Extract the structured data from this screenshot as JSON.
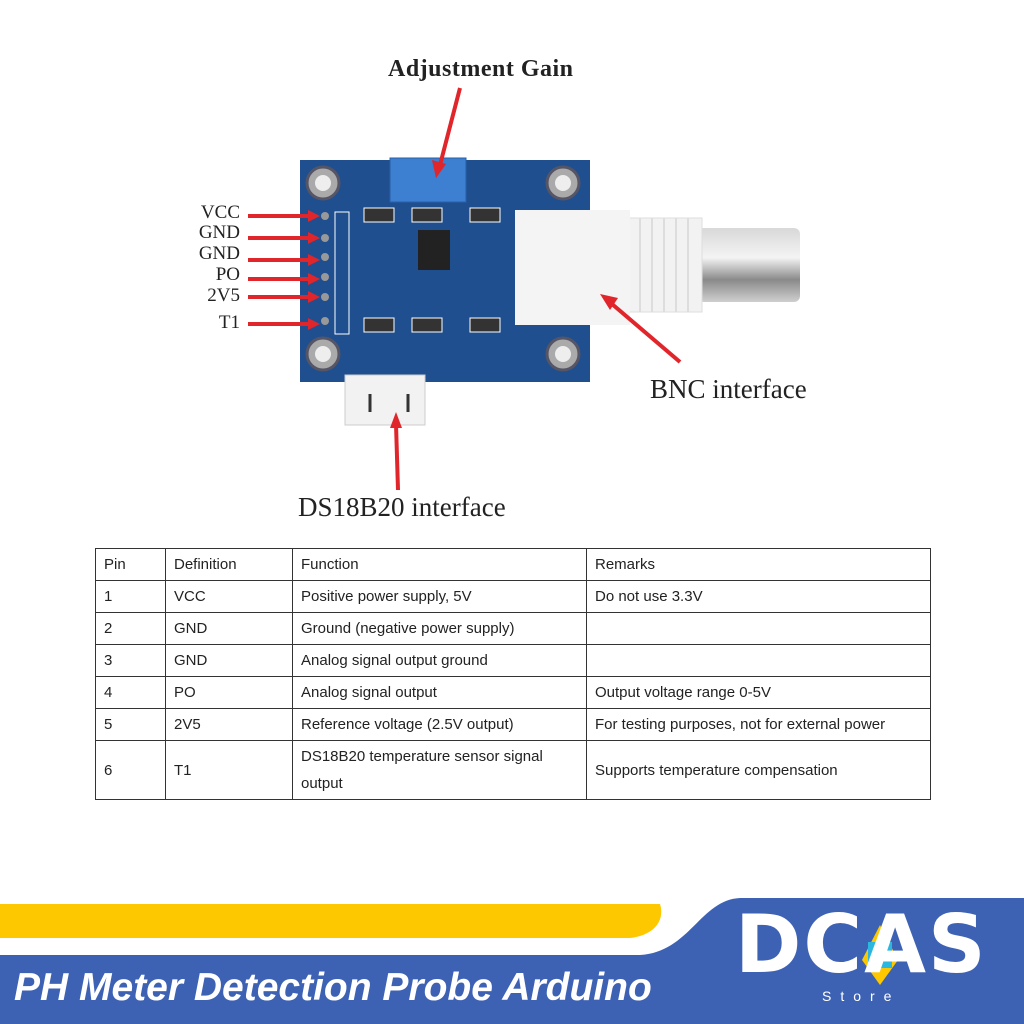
{
  "annotations": {
    "adjustment_gain": "Adjustment Gain",
    "bnc_interface": "BNC interface",
    "ds18b20_interface": "DS18B20 interface",
    "pins": [
      "VCC",
      "GND",
      "GND",
      "PO",
      "2V5",
      "T1"
    ]
  },
  "table": {
    "headers": [
      "Pin",
      "Definition",
      "Function",
      "Remarks"
    ],
    "rows": [
      [
        "1",
        "VCC",
        "Positive power supply, 5V",
        "Do not use 3.3V"
      ],
      [
        "2",
        "GND",
        "Ground (negative power supply)",
        ""
      ],
      [
        "3",
        "GND",
        "Analog signal output ground",
        ""
      ],
      [
        "4",
        "PO",
        "Analog signal output",
        "Output voltage range 0-5V"
      ],
      [
        "5",
        "2V5",
        "Reference voltage (2.5V output)",
        "For testing purposes, not for external power"
      ],
      [
        "6",
        "T1",
        "DS18B20 temperature sensor signal output",
        "Supports temperature compensation"
      ]
    ]
  },
  "banner": {
    "title": "PH Meter Detection Probe Arduino",
    "logo": "DCAS",
    "logo_sub": "Store",
    "colors": {
      "blue": "#3d62b4",
      "yellow": "#fdc800",
      "arrow": "#e0252b",
      "pcb": "#1f4f8f"
    }
  }
}
